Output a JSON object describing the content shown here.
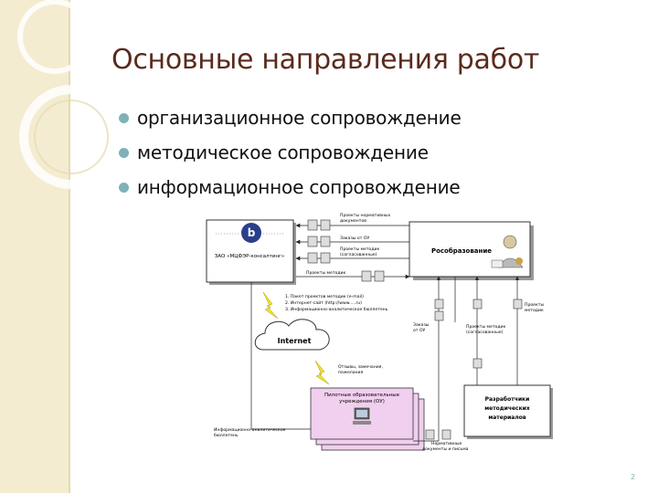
{
  "slide": {
    "title": "Основные направления работ",
    "bullets": [
      "организационное сопровождение",
      "методическое сопровождение",
      "информационное сопровождение"
    ],
    "page_number": "2"
  },
  "diagram": {
    "company": "ЗАО «МЦФЭР-консалтинг»",
    "rosobr": "Рособразование",
    "internet": "Internet",
    "pilot": [
      "Пилотные образовательные",
      "учреждения (ОУ)"
    ],
    "developers": [
      "Разработчики",
      "методических",
      "материалов"
    ],
    "arrows_right": [
      [
        "Проекты нормативных",
        "документов"
      ],
      [
        "Заказы от ОУ"
      ],
      [
        "Проекты методик",
        "(согласованные)"
      ]
    ],
    "arrow_methods": "Проекты методик",
    "package_list": [
      "1. Пакет проектов методик (e-mail)",
      "2. Интернет-сайт (http://www.....ru)",
      "3. Информационно-аналитическое бюллетень"
    ],
    "orders_ou": [
      "Заказы",
      "от ОУ"
    ],
    "agreed_methods": [
      "Проекты методик",
      "(согласованные)"
    ],
    "projects_methods": [
      "Проекты",
      "методик"
    ],
    "responses": [
      "Отзывы, замечания,",
      "пожелания"
    ],
    "info_bulletin": [
      "Информационно-аналитическое",
      "бюллетень"
    ],
    "norm_docs": [
      "Нормативные",
      "документы и письма"
    ]
  },
  "colors": {
    "title": "#5a2a1c",
    "bullet": "#7fb2b8",
    "band": "#f4ecd0",
    "pilot_fill": "#f1cfee",
    "lightning": "#f3e22a"
  }
}
